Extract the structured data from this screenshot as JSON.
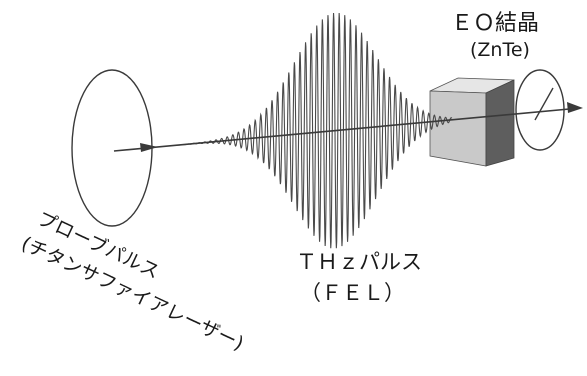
{
  "labels": {
    "crystal_title": "ＥＯ結晶",
    "crystal_material": "(ZnTe)",
    "thz_pulse_title": "ＴＨｚパルス",
    "thz_pulse_source": "（ＦＥＬ）",
    "probe_line1": "プローブパルス",
    "probe_line2": "(チタンサファイアレーザー)"
  },
  "colors": {
    "line": "#3a3a3a",
    "wave": "#4a4a4a",
    "crystal_front": "#c9c9c9",
    "crystal_side": "#5e5e5e",
    "crystal_top": "#e6e6e6"
  }
}
